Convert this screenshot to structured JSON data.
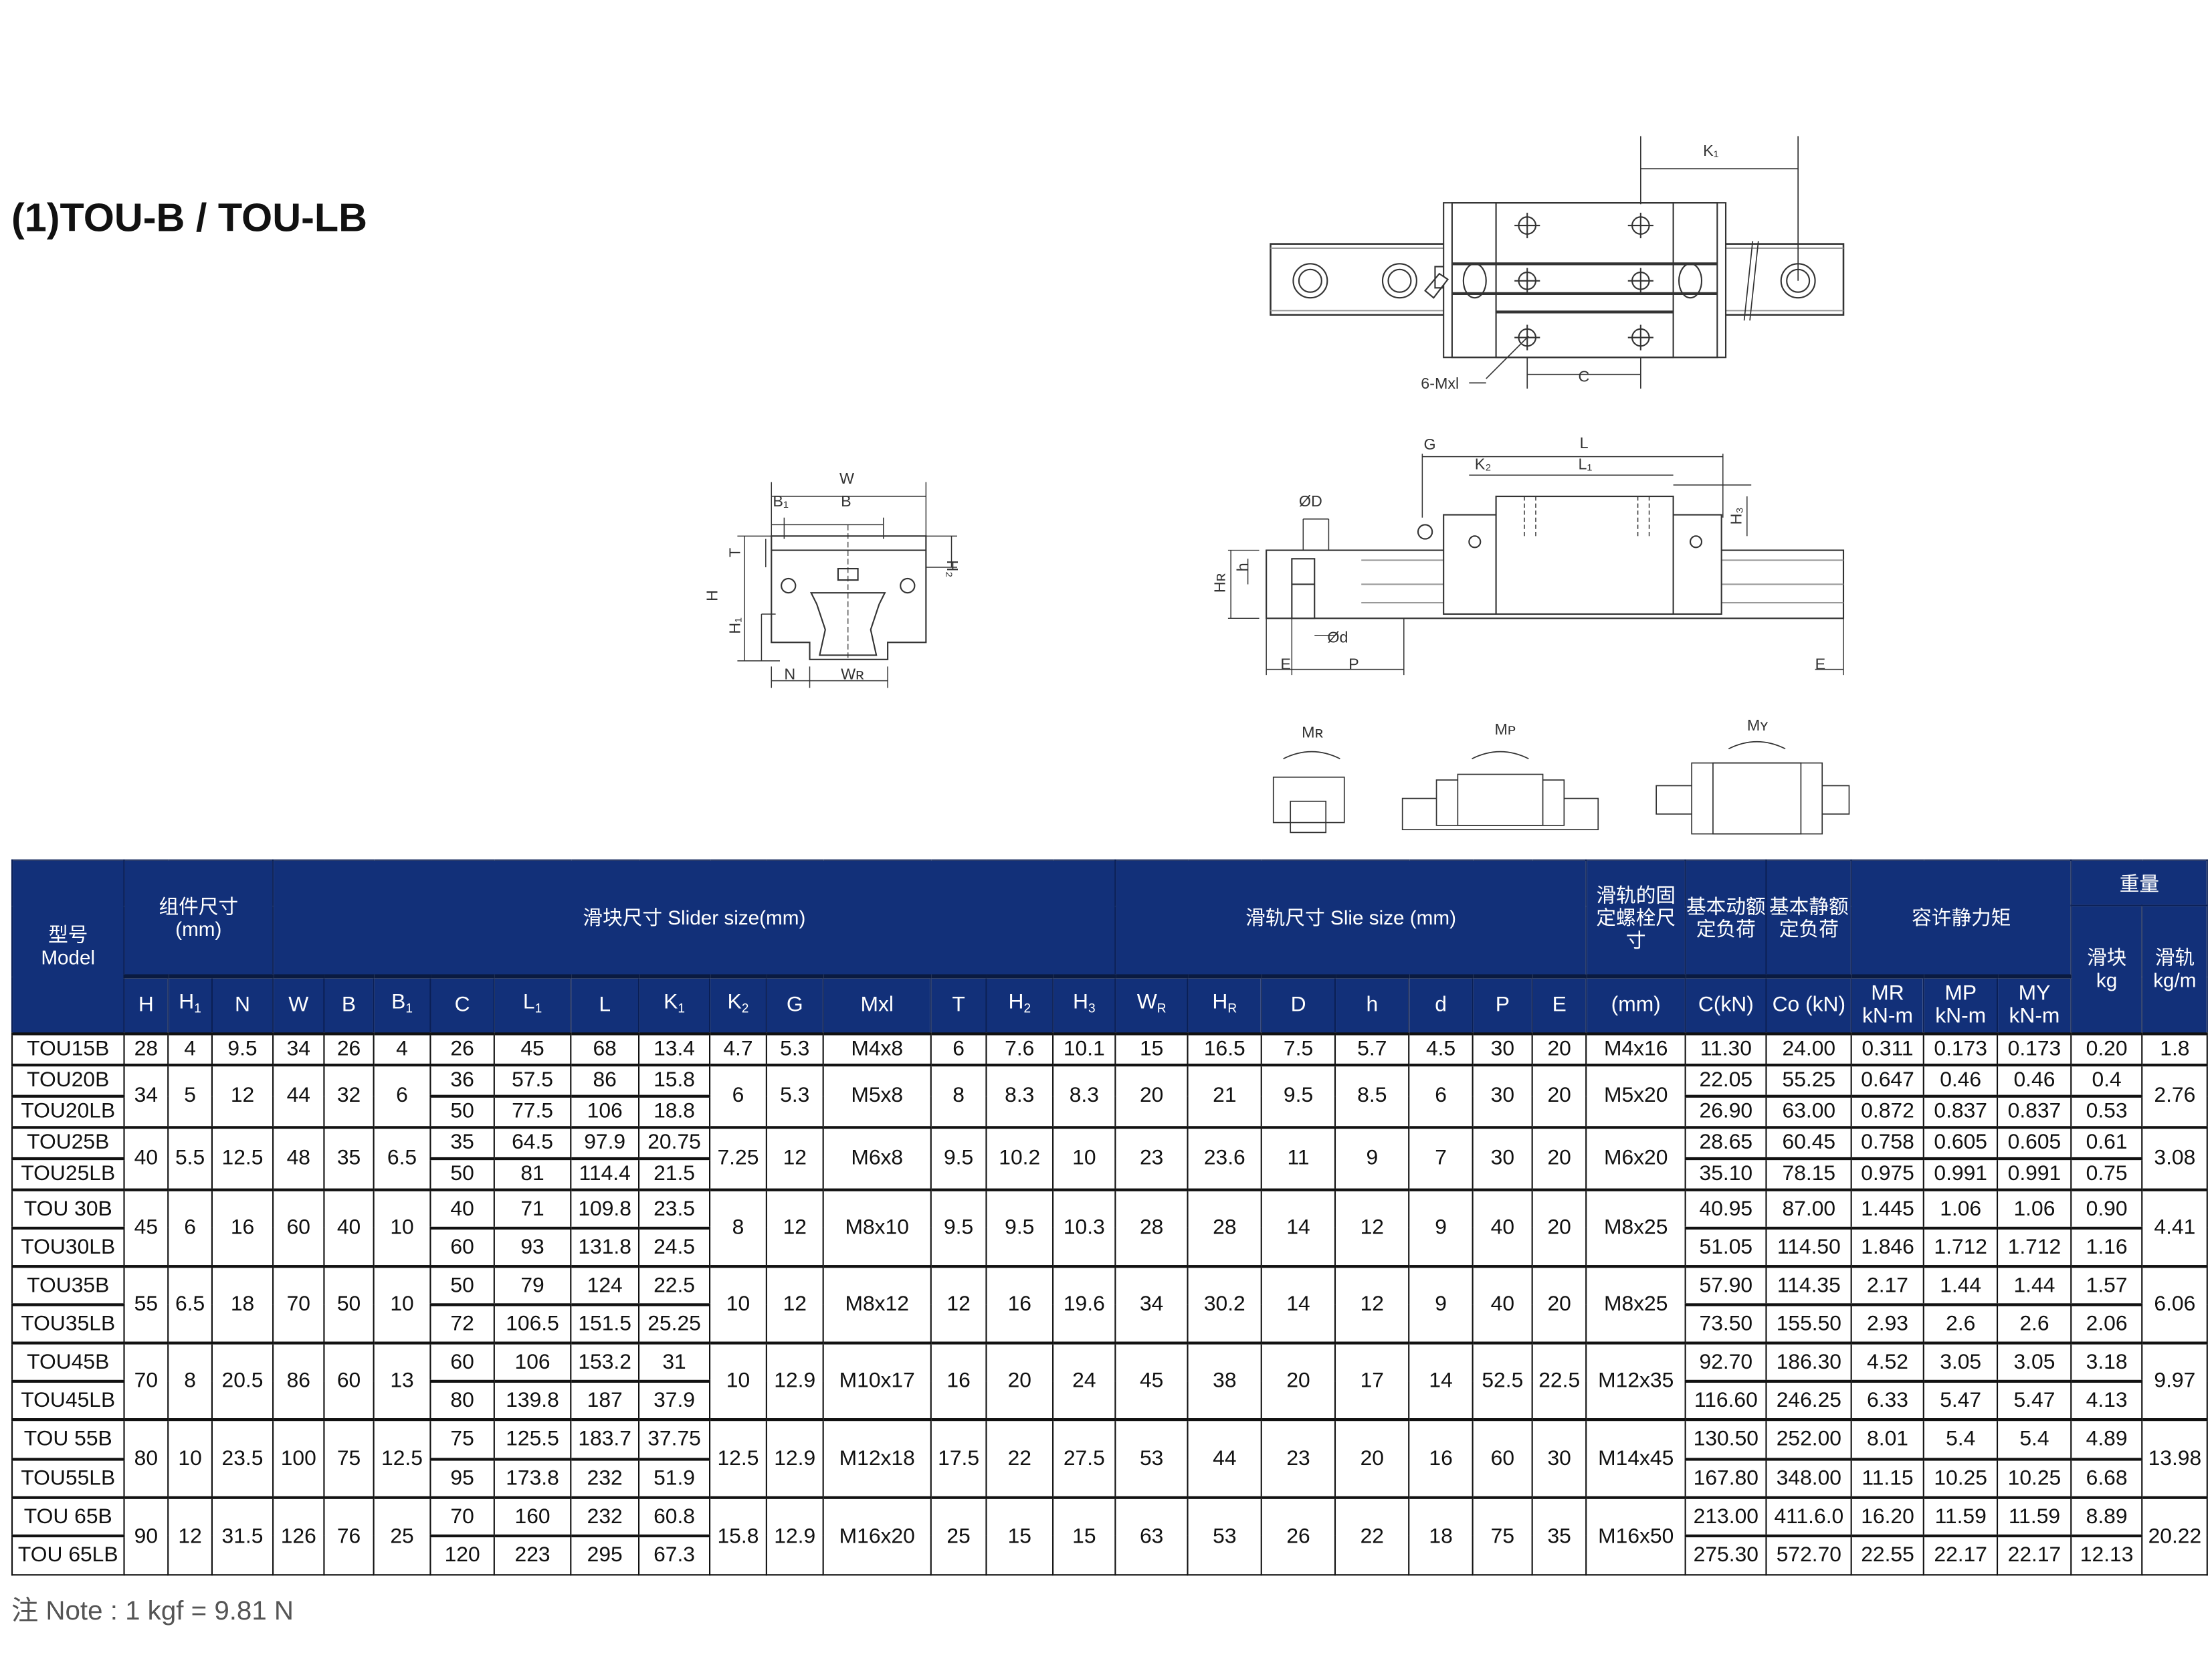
{
  "title": "(1)TOU-B / TOU-LB",
  "note": "注 Note : 1 kgf = 9.81 N",
  "colors": {
    "header_bg": "#123079",
    "header_text": "#ffffff",
    "border": "#111111"
  },
  "drawing_labels": {
    "k1": "K₁",
    "c": "C",
    "mxl": "6-Mxl",
    "w": "W",
    "b1": "B₁",
    "b": "B",
    "h2": "H₂",
    "t": "T",
    "h": "H",
    "h1": "H₁",
    "n": "N",
    "wr": "Wʀ",
    "g": "G",
    "l": "L",
    "l1": "L₁",
    "k2": "K₂",
    "h3": "H₃",
    "od": "ØD",
    "hr": "Hʀ",
    "hh": "h",
    "osd": "Ød",
    "e": "E",
    "p": "P",
    "e2": "E",
    "mr": "Mʀ",
    "mp": "Mᴘ",
    "my": "Mʏ"
  },
  "table": {
    "header": {
      "model": "型号\nModel",
      "assembly": "组件尺寸\n(mm)",
      "slider": "滑块尺寸 Slider size(mm)",
      "rail": "滑轨尺寸 Slie size (mm)",
      "bolt": "滑轨的固定螺栓尺寸",
      "dyn": "基本动额定负荷",
      "stat": "基本静额定负荷",
      "moment": "容许静力矩",
      "weight": "重量",
      "weight_block": "滑块\nkg",
      "weight_rail": "滑轨\nkg/m"
    },
    "subheaders": [
      {
        "t": "H",
        "s": ""
      },
      {
        "t": "H",
        "s": "1"
      },
      {
        "t": "N",
        "s": ""
      },
      {
        "t": "W",
        "s": ""
      },
      {
        "t": "B",
        "s": ""
      },
      {
        "t": "B",
        "s": "1"
      },
      {
        "t": "C",
        "s": ""
      },
      {
        "t": "L",
        "s": "1"
      },
      {
        "t": "L",
        "s": ""
      },
      {
        "t": "K",
        "s": "1"
      },
      {
        "t": "K",
        "s": "2"
      },
      {
        "t": "G",
        "s": ""
      },
      {
        "t": "Mxl",
        "s": ""
      },
      {
        "t": "T",
        "s": ""
      },
      {
        "t": "H",
        "s": "2"
      },
      {
        "t": "H",
        "s": "3"
      },
      {
        "t": "W",
        "s": "R"
      },
      {
        "t": "H",
        "s": "R"
      },
      {
        "t": "D",
        "s": ""
      },
      {
        "t": "h",
        "s": ""
      },
      {
        "t": "d",
        "s": ""
      },
      {
        "t": "P",
        "s": ""
      },
      {
        "t": "E",
        "s": ""
      },
      {
        "t": "(mm)",
        "s": ""
      },
      {
        "t": "C(kN)",
        "s": ""
      },
      {
        "t": "Co (kN)",
        "s": ""
      },
      {
        "t": "MR\nkN-m",
        "s": ""
      },
      {
        "t": "MP\nkN-m",
        "s": ""
      },
      {
        "t": "MY\nkN-m",
        "s": ""
      }
    ],
    "groups": [
      {
        "shared": [
          "28",
          "4",
          "9.5",
          "34",
          "26",
          "4",
          "4.7",
          "5.3",
          "M4x8",
          "6",
          "7.6",
          "10.1",
          "15",
          "16.5",
          "7.5",
          "5.7",
          "4.5",
          "30",
          "20",
          "M4x16",
          "1.8"
        ],
        "variants": [
          {
            "model": "TOU15B",
            "values": [
              "26",
              "45",
              "68",
              "13.4",
              "11.30",
              "24.00",
              "0.311",
              "0.173",
              "0.173",
              "0.20"
            ]
          }
        ]
      },
      {
        "shared": [
          "34",
          "5",
          "12",
          "44",
          "32",
          "6",
          "6",
          "5.3",
          "M5x8",
          "8",
          "8.3",
          "8.3",
          "20",
          "21",
          "9.5",
          "8.5",
          "6",
          "30",
          "20",
          "M5x20",
          "2.76"
        ],
        "variants": [
          {
            "model": "TOU20B",
            "values": [
              "36",
              "57.5",
              "86",
              "15.8",
              "22.05",
              "55.25",
              "0.647",
              "0.46",
              "0.46",
              "0.4"
            ]
          },
          {
            "model": "TOU20LB",
            "values": [
              "50",
              "77.5",
              "106",
              "18.8",
              "26.90",
              "63.00",
              "0.872",
              "0.837",
              "0.837",
              "0.53"
            ]
          }
        ]
      },
      {
        "shared": [
          "40",
          "5.5",
          "12.5",
          "48",
          "35",
          "6.5",
          "7.25",
          "12",
          "M6x8",
          "9.5",
          "10.2",
          "10",
          "23",
          "23.6",
          "11",
          "9",
          "7",
          "30",
          "20",
          "M6x20",
          "3.08"
        ],
        "variants": [
          {
            "model": "TOU25B",
            "values": [
              "35",
              "64.5",
              "97.9",
              "20.75",
              "28.65",
              "60.45",
              "0.758",
              "0.605",
              "0.605",
              "0.61"
            ]
          },
          {
            "model": "TOU25LB",
            "values": [
              "50",
              "81",
              "114.4",
              "21.5",
              "35.10",
              "78.15",
              "0.975",
              "0.991",
              "0.991",
              "0.75"
            ]
          }
        ]
      },
      {
        "shared": [
          "45",
          "6",
          "16",
          "60",
          "40",
          "10",
          "8",
          "12",
          "M8x10",
          "9.5",
          "9.5",
          "10.3",
          "28",
          "28",
          "14",
          "12",
          "9",
          "40",
          "20",
          "M8x25",
          "4.41"
        ],
        "variants": [
          {
            "model": "TOU 30B",
            "values": [
              "40",
              "71",
              "109.8",
              "23.5",
              "40.95",
              "87.00",
              "1.445",
              "1.06",
              "1.06",
              "0.90"
            ]
          },
          {
            "model": "TOU30LB",
            "values": [
              "60",
              "93",
              "131.8",
              "24.5",
              "51.05",
              "114.50",
              "1.846",
              "1.712",
              "1.712",
              "1.16"
            ]
          }
        ]
      },
      {
        "shared": [
          "55",
          "6.5",
          "18",
          "70",
          "50",
          "10",
          "10",
          "12",
          "M8x12",
          "12",
          "16",
          "19.6",
          "34",
          "30.2",
          "14",
          "12",
          "9",
          "40",
          "20",
          "M8x25",
          "6.06"
        ],
        "variants": [
          {
            "model": "TOU35B",
            "values": [
              "50",
              "79",
              "124",
              "22.5",
              "57.90",
              "114.35",
              "2.17",
              "1.44",
              "1.44",
              "1.57"
            ]
          },
          {
            "model": "TOU35LB",
            "values": [
              "72",
              "106.5",
              "151.5",
              "25.25",
              "73.50",
              "155.50",
              "2.93",
              "2.6",
              "2.6",
              "2.06"
            ]
          }
        ]
      },
      {
        "shared": [
          "70",
          "8",
          "20.5",
          "86",
          "60",
          "13",
          "10",
          "12.9",
          "M10x17",
          "16",
          "20",
          "24",
          "45",
          "38",
          "20",
          "17",
          "14",
          "52.5",
          "22.5",
          "M12x35",
          "9.97"
        ],
        "variants": [
          {
            "model": "TOU45B",
            "values": [
              "60",
              "106",
              "153.2",
              "31",
              "92.70",
              "186.30",
              "4.52",
              "3.05",
              "3.05",
              "3.18"
            ]
          },
          {
            "model": "TOU45LB",
            "values": [
              "80",
              "139.8",
              "187",
              "37.9",
              "116.60",
              "246.25",
              "6.33",
              "5.47",
              "5.47",
              "4.13"
            ]
          }
        ]
      },
      {
        "shared": [
          "80",
          "10",
          "23.5",
          "100",
          "75",
          "12.5",
          "12.5",
          "12.9",
          "M12x18",
          "17.5",
          "22",
          "27.5",
          "53",
          "44",
          "23",
          "20",
          "16",
          "60",
          "30",
          "M14x45",
          "13.98"
        ],
        "variants": [
          {
            "model": "TOU 55B",
            "values": [
              "75",
              "125.5",
              "183.7",
              "37.75",
              "130.50",
              "252.00",
              "8.01",
              "5.4",
              "5.4",
              "4.89"
            ]
          },
          {
            "model": "TOU55LB",
            "values": [
              "95",
              "173.8",
              "232",
              "51.9",
              "167.80",
              "348.00",
              "11.15",
              "10.25",
              "10.25",
              "6.68"
            ]
          }
        ]
      },
      {
        "shared": [
          "90",
          "12",
          "31.5",
          "126",
          "76",
          "25",
          "15.8",
          "12.9",
          "M16x20",
          "25",
          "15",
          "15",
          "63",
          "53",
          "26",
          "22",
          "18",
          "75",
          "35",
          "M16x50",
          "20.22"
        ],
        "variants": [
          {
            "model": "TOU 65B",
            "values": [
              "70",
              "160",
              "232",
              "60.8",
              "213.00",
              "411.6.0",
              "16.20",
              "11.59",
              "11.59",
              "8.89"
            ]
          },
          {
            "model": "TOU 65LB",
            "values": [
              "120",
              "223",
              "295",
              "67.3",
              "275.30",
              "572.70",
              "22.55",
              "22.17",
              "22.17",
              "12.13"
            ]
          }
        ]
      }
    ]
  }
}
